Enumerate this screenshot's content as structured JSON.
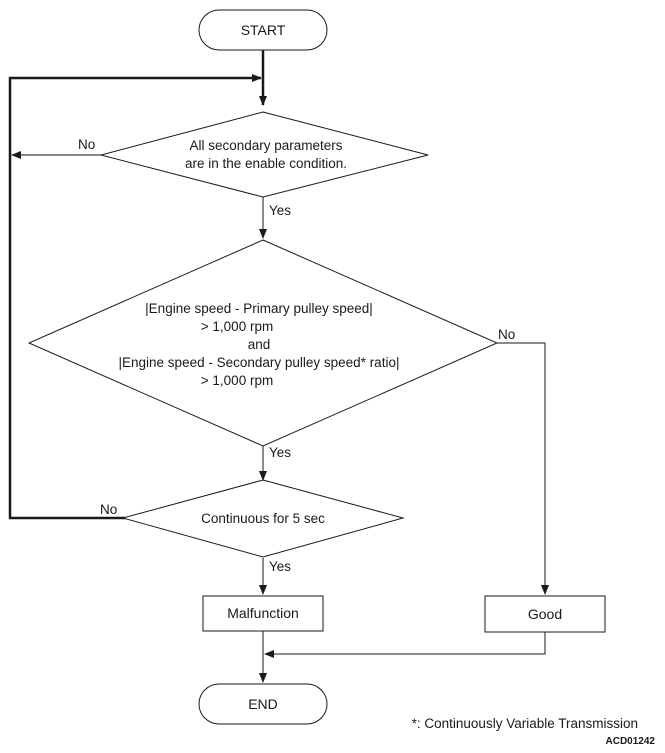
{
  "terminals": {
    "start": "START",
    "end": "END"
  },
  "decisions": {
    "enable_condition": [
      "All secondary parameters",
      "are in the enable condition."
    ],
    "speed_check": [
      "|Engine speed - Primary pulley speed|",
      "> 1,000 rpm",
      "and",
      "|Engine speed - Secondary pulley speed* ratio|",
      "> 1,000 rpm"
    ],
    "duration": [
      "Continuous for 5 sec"
    ]
  },
  "processes": {
    "malfunction": "Malfunction",
    "good": "Good"
  },
  "branch_labels": {
    "enable_no": "No",
    "enable_yes": "Yes",
    "speed_no": "No",
    "speed_yes": "Yes",
    "duration_no": "No",
    "duration_yes": "Yes"
  },
  "footnote": "*: Continuously Variable Transmission",
  "figure_code": "ACD01242"
}
